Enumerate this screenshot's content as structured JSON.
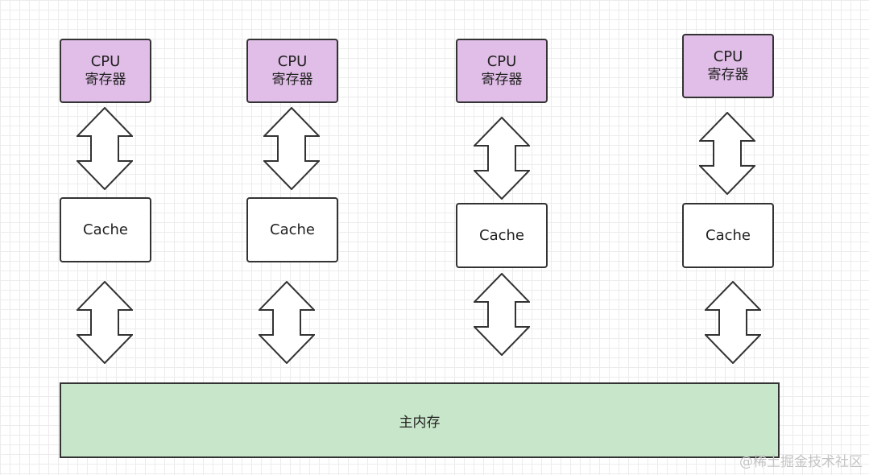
{
  "diagram": {
    "cpus": [
      {
        "label": "CPU",
        "sublabel": "寄存器"
      },
      {
        "label": "CPU",
        "sublabel": "寄存器"
      },
      {
        "label": "CPU",
        "sublabel": "寄存器"
      },
      {
        "label": "CPU",
        "sublabel": "寄存器"
      }
    ],
    "caches": [
      {
        "label": "Cache"
      },
      {
        "label": "Cache"
      },
      {
        "label": "Cache"
      },
      {
        "label": "Cache"
      }
    ],
    "memory": {
      "label": "主内存"
    },
    "colors": {
      "cpu_fill": "#e1bee7",
      "memory_fill": "#c8e6c9",
      "border": "#333333"
    }
  },
  "watermark": "@稀土掘金技术社区"
}
